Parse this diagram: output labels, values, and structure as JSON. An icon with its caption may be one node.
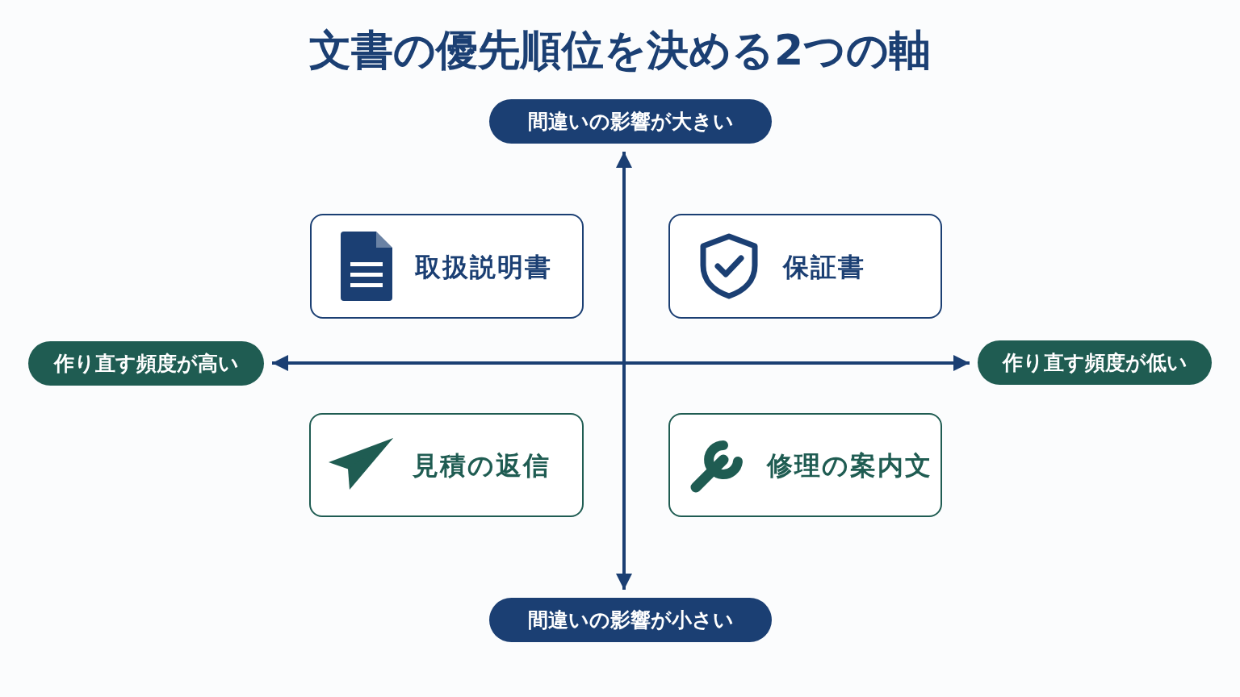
{
  "diagram": {
    "title": "文書の優先順位を決める2つの軸",
    "nodes": [
      {
        "text": [
          "間違いの影響が大きい"
        ]
      },
      {
        "text": [
          "作り直す頻度が高い"
        ]
      },
      {
        "text": [
          "作り直す頻度が低い"
        ]
      },
      {
        "text": [
          "間違いの影響が小さい"
        ]
      },
      {
        "text": [
          "取扱説明書"
        ]
      },
      {
        "text": [
          "保証書"
        ]
      },
      {
        "text": [
          "見積の返信"
        ]
      },
      {
        "text": [
          "修理の案内文"
        ]
      }
    ],
    "edges": [
      {
        "from": 0,
        "to": 3,
        "arrow": "both"
      },
      {
        "from": 1,
        "to": 2,
        "arrow": "both"
      }
    ]
  }
}
